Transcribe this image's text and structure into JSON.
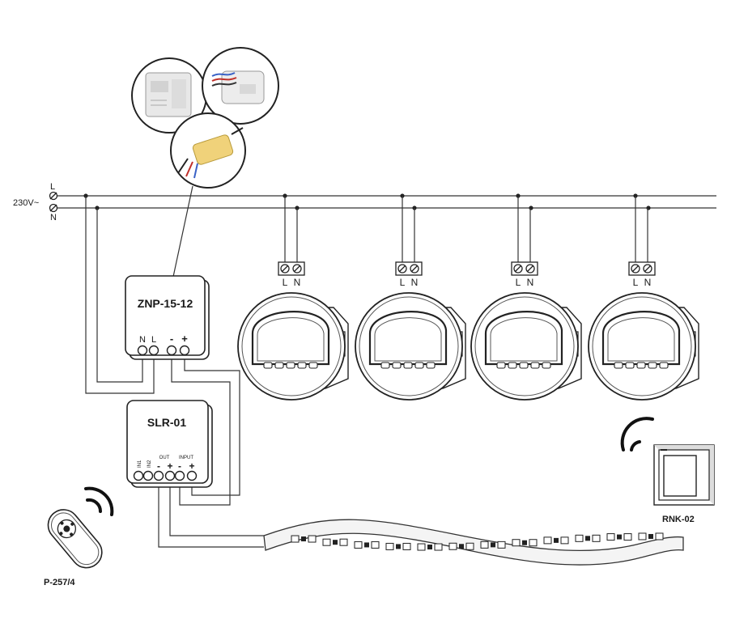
{
  "supply": {
    "voltage": "230V~",
    "line": "L",
    "neutral": "N"
  },
  "psu": {
    "name": "ZNP-15-12",
    "term_n": "N",
    "term_l": "L",
    "term_minus": "-",
    "term_plus": "+"
  },
  "controller": {
    "name": "SLR-01",
    "in1": "IN1",
    "in2": "IN2",
    "out": "OUT",
    "input": "INPUT",
    "minus": "-",
    "plus": "+"
  },
  "luminaires": [
    {
      "l": "L",
      "n": "N"
    },
    {
      "l": "L",
      "n": "N"
    },
    {
      "l": "L",
      "n": "N"
    },
    {
      "l": "L",
      "n": "N"
    }
  ],
  "remote": {
    "name": "P-257/4"
  },
  "wall_switch": {
    "name": "RNK-02"
  },
  "colors": {
    "line": "#333333",
    "photo_gray": "#e6e6e6",
    "strip_fill": "#f4f4f4"
  }
}
